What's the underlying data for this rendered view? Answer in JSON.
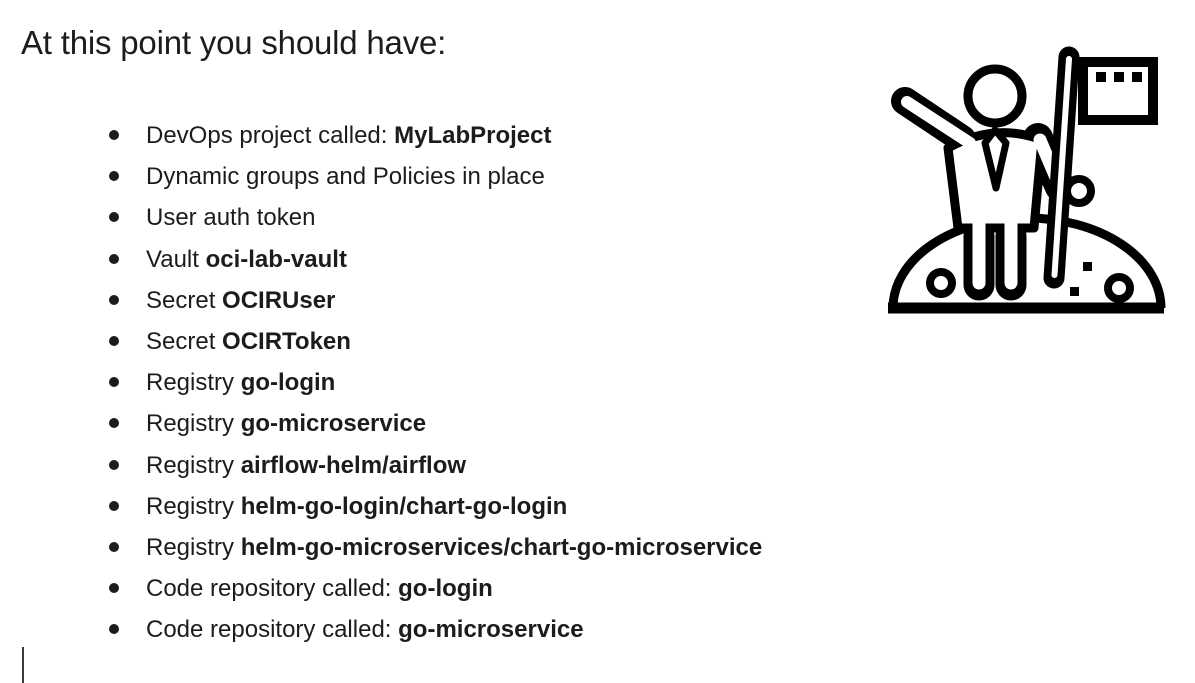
{
  "theme": {
    "background": "#ffffff",
    "text_color": "#1c1c1c",
    "icon_color": "#000000"
  },
  "slide": {
    "title": "At this point you should have:",
    "checklist": [
      {
        "text": "DevOps project called: ",
        "emphasis": "MyLabProject"
      },
      {
        "text": "Dynamic groups and Policies in place",
        "emphasis": ""
      },
      {
        "text": "User auth token",
        "emphasis": ""
      },
      {
        "text": "Vault ",
        "emphasis": "oci-lab-vault"
      },
      {
        "text": "Secret ",
        "emphasis": "OCIRUser"
      },
      {
        "text": "Secret ",
        "emphasis": "OCIRToken"
      },
      {
        "text": "Registry ",
        "emphasis": "go-login"
      },
      {
        "text": "Registry ",
        "emphasis": "go-microservice"
      },
      {
        "text": "Registry ",
        "emphasis": "airflow-helm/airflow"
      },
      {
        "text": "Registry ",
        "emphasis": "helm-go-login/chart-go-login"
      },
      {
        "text": "Registry ",
        "emphasis": "helm-go-microservices/chart-go-microservice"
      },
      {
        "text": "Code repository called: ",
        "emphasis": "go-login"
      },
      {
        "text": "Code repository called: ",
        "emphasis": "go-microservice"
      }
    ],
    "icon": "milestone-flag"
  }
}
